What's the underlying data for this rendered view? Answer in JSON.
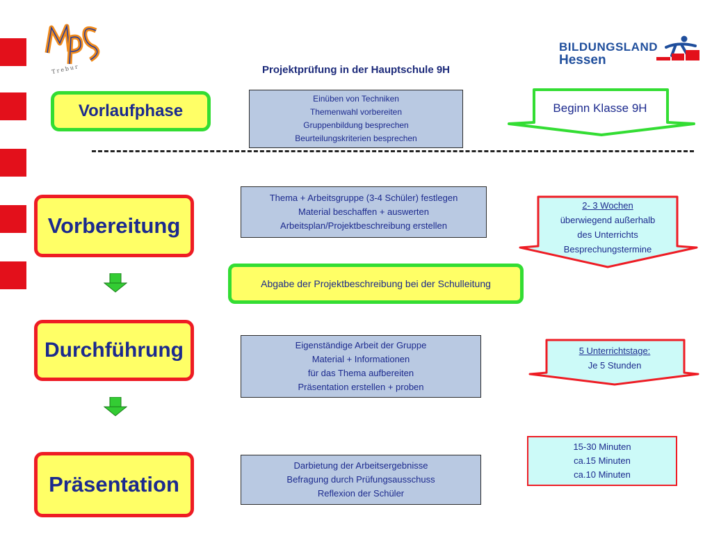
{
  "title": "Projektprüfung in der Hauptschule  9H",
  "logo_left": {
    "letters": "MPS",
    "subtext": "Trebur"
  },
  "logo_right": {
    "line1": "BILDUNGSLAND",
    "line2": "Hessen"
  },
  "phases": [
    {
      "label": "Vorlaufphase"
    },
    {
      "label": "Vorbereitung"
    },
    {
      "label": "Durchführung"
    },
    {
      "label": "Präsentation"
    }
  ],
  "descriptions": [
    [
      "Einüben von Techniken",
      "Themenwahl vorbereiten",
      "Gruppenbildung besprechen",
      "Beurteilungskriterien besprechen"
    ],
    [
      "Thema + Arbeitsgruppe (3-4 Schüler) festlegen",
      "Material beschaffen + auswerten",
      "Arbeitsplan/Projektbeschreibung  erstellen"
    ],
    [
      "Eigenständige Arbeit der Gruppe",
      "Material + Informationen",
      "für das Thema aufbereiten",
      "Präsentation erstellen + proben"
    ],
    [
      "Darbietung der Arbeitsergebnisse",
      "Befragung durch Prüfungsausschuss",
      "Reflexion der Schüler"
    ]
  ],
  "submission": "Abgabe der Projektbeschreibung bei der Schulleitung",
  "timing": [
    {
      "lines": [
        "Beginn Klasse 9H"
      ]
    },
    {
      "lines": [
        "2- 3 Wochen",
        "überwiegend außerhalb",
        "des Unterrichts",
        "Besprechungstermine"
      ]
    },
    {
      "lines": [
        "5 Unterrichtstage:",
        "Je 5 Stunden"
      ]
    },
    {
      "lines": [
        "15-30 Minuten",
        "ca.15 Minuten",
        "ca.10 Minuten"
      ]
    }
  ],
  "colors": {
    "phase_fill": "#ffff66",
    "phase_text": "#1c2a8e",
    "green_border": "#33dd33",
    "red_border": "#ee1c24",
    "desc_fill": "#b9c9e2",
    "info_fill": "#ccfaf8",
    "accent_red": "#e3101b",
    "logo_blue": "#1f4e9c"
  },
  "icons": [
    "mps-logo",
    "hessen-runner-logo",
    "green-down-arrow-icon",
    "green-chevron-arrow",
    "red-chevron-arrow"
  ]
}
